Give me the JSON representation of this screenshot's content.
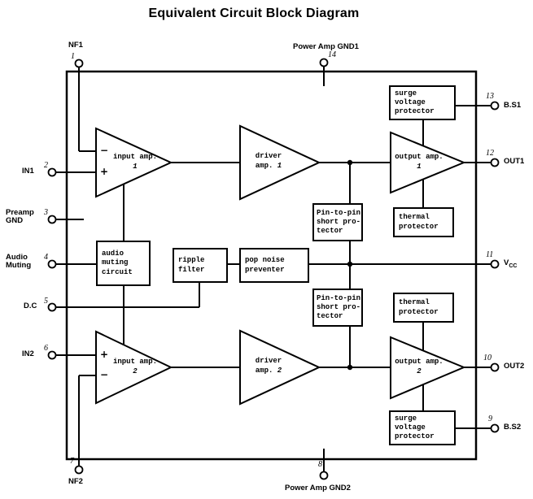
{
  "title": "Equivalent Circuit Block Diagram",
  "colors": {
    "ink": "#000000",
    "background": "#ffffff"
  },
  "pins": {
    "nf1": {
      "label": "NF1",
      "number": "1"
    },
    "in1": {
      "label": "IN1",
      "number": "2"
    },
    "preamp_gnd": {
      "label": "Preamp\nGND",
      "number": "3"
    },
    "audio_muting": {
      "label": "Audio\nMuting",
      "number": "4"
    },
    "dc": {
      "label": "D.C",
      "number": "5"
    },
    "in2": {
      "label": "IN2",
      "number": "6"
    },
    "nf2": {
      "label": "NF2",
      "number": "7"
    },
    "power_amp_gnd2": {
      "label": "Power Amp GND2",
      "number": "8"
    },
    "bs2": {
      "label": "B.S2",
      "number": "9"
    },
    "out2": {
      "label": "OUT2",
      "number": "10"
    },
    "vcc": {
      "label": "V",
      "sub": "CC",
      "number": "11"
    },
    "out1": {
      "label": "OUT1",
      "number": "12"
    },
    "bs1": {
      "label": "B.S1",
      "number": "13"
    },
    "power_amp_gnd1": {
      "label": "Power Amp GND1",
      "number": "14"
    }
  },
  "amps": {
    "input1": {
      "line1": "input amp.",
      "line2": "",
      "num": "1",
      "plus": "+",
      "minus": "−"
    },
    "driver1": {
      "line1": "driver",
      "line2": "amp. ",
      "num": "1"
    },
    "output1": {
      "line1": "output amp.",
      "line2": "",
      "num": "1"
    },
    "input2": {
      "line1": "input amp.",
      "line2": "",
      "num": "2",
      "plus": "+",
      "minus": "−"
    },
    "driver2": {
      "line1": "driver",
      "line2": "amp. ",
      "num": "2"
    },
    "output2": {
      "line1": "output amp.",
      "line2": "",
      "num": "2"
    }
  },
  "blocks": {
    "surge1": "surge\nvoltage\nprotector",
    "thermal1": "thermal\nprotector",
    "pin2pin1": "Pin-to-pin\nshort pro-\ntector",
    "audio_muting_circuit": "audio\nmuting\ncircuit",
    "ripple_filter": "ripple\nfilter",
    "pop_noise": "pop noise\npreventer",
    "pin2pin2": "Pin-to-pin\nshort pro-\ntector",
    "thermal2": "thermal\nprotector",
    "surge2": "surge\nvoltage\nprotector"
  }
}
